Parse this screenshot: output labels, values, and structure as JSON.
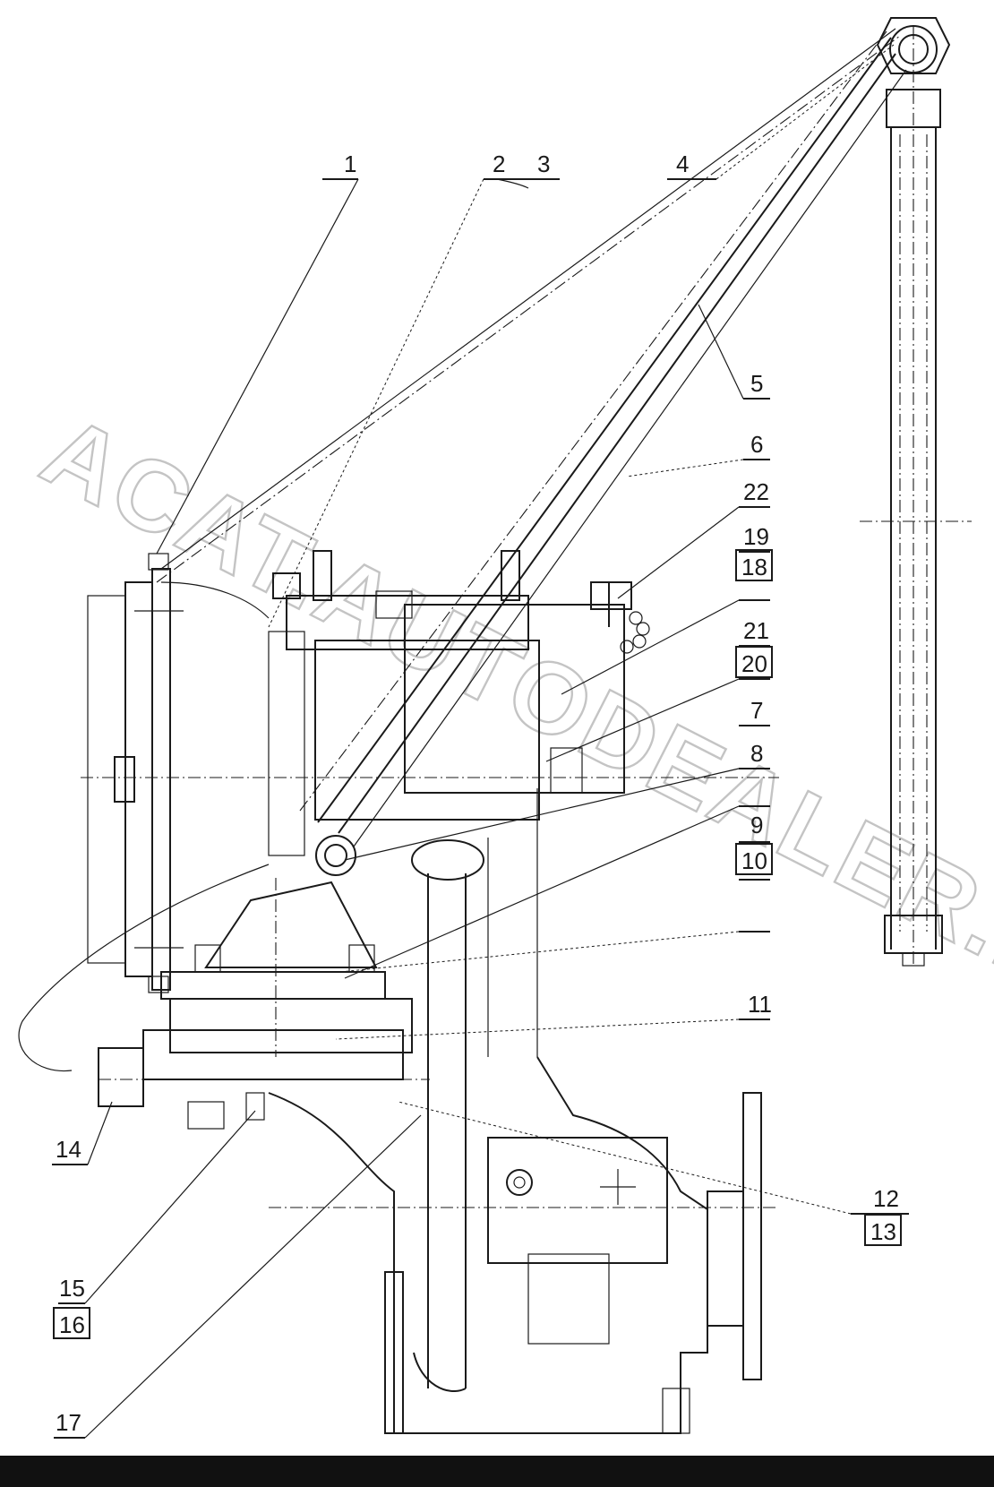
{
  "watermark": "ACAT.AUTODEALER.RU",
  "colors": {
    "ink": "#1a1a1a",
    "watermark": "#c4c4c4",
    "bottom_bar": "#111111",
    "paper": "#ffffff"
  },
  "callouts": {
    "c1": "1",
    "c2": "2",
    "c3": "3",
    "c4": "4",
    "c5": "5",
    "c6": "6",
    "c7": "7",
    "c8": "8",
    "c9": "9",
    "c10": "10",
    "c11": "11",
    "c12": "12",
    "c13": "13",
    "c14": "14",
    "c15": "15",
    "c16": "16",
    "c17": "17",
    "c18": "18",
    "c19": "19",
    "c20": "20",
    "c21": "21",
    "c22": "22"
  }
}
